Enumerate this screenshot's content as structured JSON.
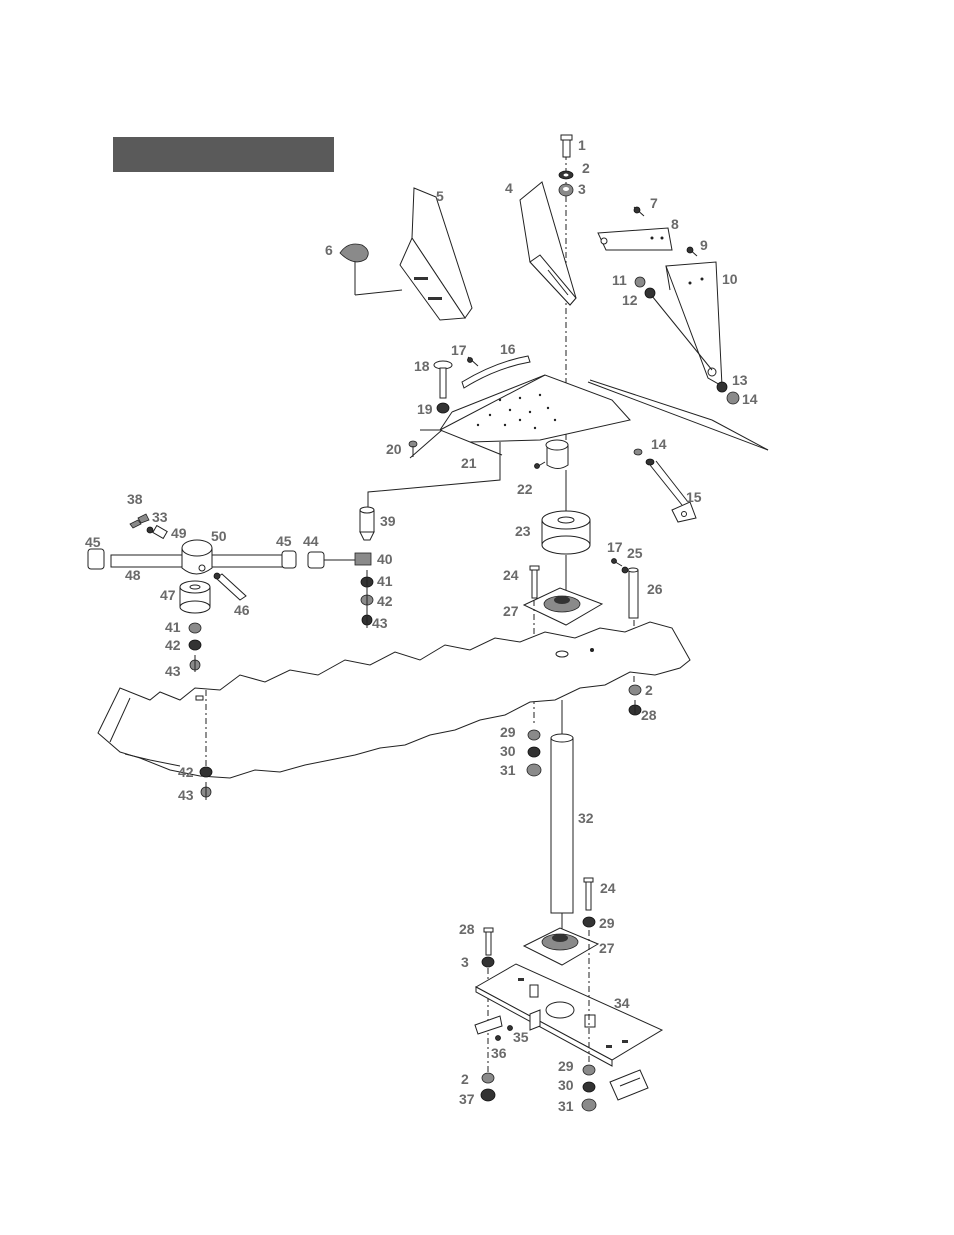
{
  "header": {
    "title_bar": ""
  },
  "callouts": [
    {
      "id": "c1",
      "text": "1"
    },
    {
      "id": "c2a",
      "text": "2"
    },
    {
      "id": "c3a",
      "text": "3"
    },
    {
      "id": "c4",
      "text": "4"
    },
    {
      "id": "c5",
      "text": "5"
    },
    {
      "id": "c6",
      "text": "6"
    },
    {
      "id": "c7",
      "text": "7"
    },
    {
      "id": "c8",
      "text": "8"
    },
    {
      "id": "c9",
      "text": "9"
    },
    {
      "id": "c10",
      "text": "10"
    },
    {
      "id": "c11",
      "text": "11"
    },
    {
      "id": "c12",
      "text": "12"
    },
    {
      "id": "c13",
      "text": "13"
    },
    {
      "id": "c14a",
      "text": "14"
    },
    {
      "id": "c14b",
      "text": "14"
    },
    {
      "id": "c15",
      "text": "15"
    },
    {
      "id": "c16",
      "text": "16"
    },
    {
      "id": "c17a",
      "text": "17"
    },
    {
      "id": "c18",
      "text": "18"
    },
    {
      "id": "c19",
      "text": "19"
    },
    {
      "id": "c20",
      "text": "20"
    },
    {
      "id": "c21",
      "text": "21"
    },
    {
      "id": "c22",
      "text": "22"
    },
    {
      "id": "c23",
      "text": "23"
    },
    {
      "id": "c24a",
      "text": "24"
    },
    {
      "id": "c17b",
      "text": "17"
    },
    {
      "id": "c25",
      "text": "25"
    },
    {
      "id": "c26",
      "text": "26"
    },
    {
      "id": "c27a",
      "text": "27"
    },
    {
      "id": "c2b",
      "text": "2"
    },
    {
      "id": "c28a",
      "text": "28"
    },
    {
      "id": "c29a",
      "text": "29"
    },
    {
      "id": "c30a",
      "text": "30"
    },
    {
      "id": "c31a",
      "text": "31"
    },
    {
      "id": "c32",
      "text": "32"
    },
    {
      "id": "c24b",
      "text": "24"
    },
    {
      "id": "c29b",
      "text": "29"
    },
    {
      "id": "c28b",
      "text": "28"
    },
    {
      "id": "c27b",
      "text": "27"
    },
    {
      "id": "c3b",
      "text": "3"
    },
    {
      "id": "c34",
      "text": "34"
    },
    {
      "id": "c35",
      "text": "35"
    },
    {
      "id": "c36",
      "text": "36"
    },
    {
      "id": "c2c",
      "text": "2"
    },
    {
      "id": "c37",
      "text": "37"
    },
    {
      "id": "c29c",
      "text": "29"
    },
    {
      "id": "c30b",
      "text": "30"
    },
    {
      "id": "c31b",
      "text": "31"
    },
    {
      "id": "c38",
      "text": "38"
    },
    {
      "id": "c33",
      "text": "33"
    },
    {
      "id": "c49",
      "text": "49"
    },
    {
      "id": "c50",
      "text": "50"
    },
    {
      "id": "c45a",
      "text": "45"
    },
    {
      "id": "c48",
      "text": "48"
    },
    {
      "id": "c45b",
      "text": "45"
    },
    {
      "id": "c44",
      "text": "44"
    },
    {
      "id": "c39",
      "text": "39"
    },
    {
      "id": "c40",
      "text": "40"
    },
    {
      "id": "c41a",
      "text": "41"
    },
    {
      "id": "c42a",
      "text": "42"
    },
    {
      "id": "c43a",
      "text": "43"
    },
    {
      "id": "c47",
      "text": "47"
    },
    {
      "id": "c46",
      "text": "46"
    },
    {
      "id": "c41b",
      "text": "41"
    },
    {
      "id": "c42b",
      "text": "42"
    },
    {
      "id": "c43b",
      "text": "43"
    },
    {
      "id": "c42c",
      "text": "42"
    },
    {
      "id": "c43c",
      "text": "43"
    }
  ]
}
